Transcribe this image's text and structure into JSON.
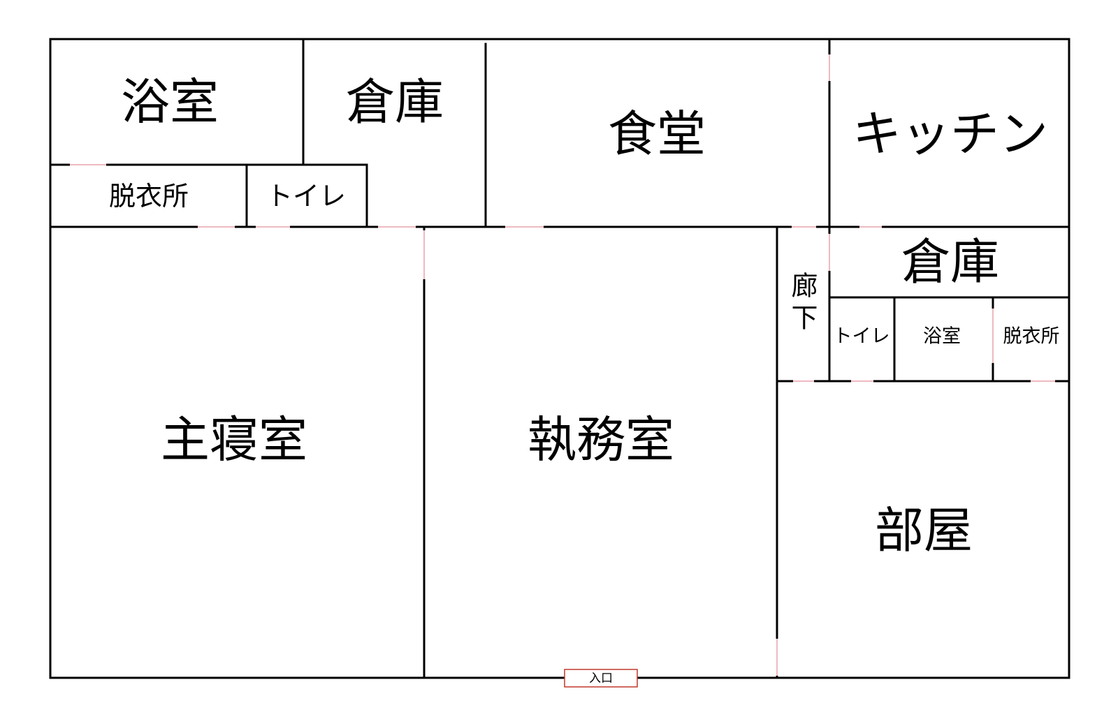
{
  "title": "間取り図",
  "rooms": {
    "bath_top": "浴室",
    "storage_top": "倉庫",
    "dining": "食堂",
    "kitchen": "キッチン",
    "changing_top": "脱衣所",
    "toilet_top": "トイレ",
    "storage_right": "倉庫",
    "hallway": "廊下",
    "toilet_right": "トイレ",
    "bath_right": "浴室",
    "changing_right": "脱衣所",
    "master_bedroom": "主寝室",
    "office": "執務室",
    "room": "部屋"
  },
  "entrance": "入口",
  "colors": {
    "wall": "#000000",
    "door": "#e8a3ab",
    "entrance": "#c0392b"
  }
}
